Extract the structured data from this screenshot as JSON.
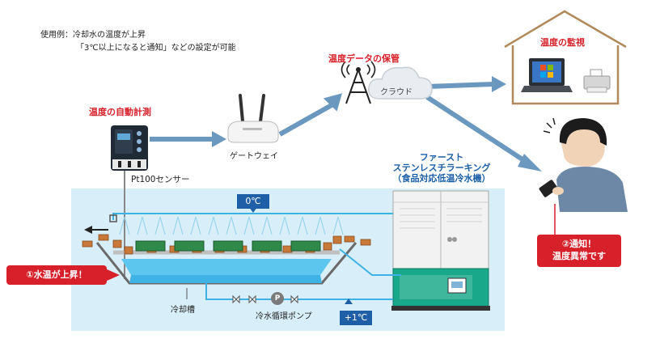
{
  "example": {
    "line1": "使用例：冷却水の温度が上昇",
    "line2": "「3℃以上になると通知」などの設定が可能"
  },
  "auto_measure": {
    "title": "温度の自動計測",
    "sensor_label": "Pt100センサー"
  },
  "gateway": {
    "label": "ゲートウェイ"
  },
  "cloud_storage": {
    "title": "温度データの保管",
    "cloud_label": "クラウド"
  },
  "monitoring": {
    "title": "温度の監視"
  },
  "chiller": {
    "line1": "ファースト",
    "line2": "ステンレスチラーキング",
    "line3": "（食品対応低温冷水機）"
  },
  "temps": {
    "outlet": "0℃",
    "return": "+1℃"
  },
  "tank": {
    "label": "冷却槽",
    "alert": "①水温が上昇！"
  },
  "pump": {
    "label": "冷水循環ポンプ",
    "symbol": "P"
  },
  "notice": {
    "line1": "②通知！",
    "line2": "温度異常です"
  },
  "colors": {
    "pool_bg": "#d8eef9",
    "arrow": "#6b98be",
    "pipe": "#3eb2e4",
    "alert_red": "#d8202a",
    "tag_blue": "#1f5fa8",
    "chiller_green": "#1aa88a"
  },
  "icons": [
    "sensor-device-icon",
    "gateway-router-icon",
    "antenna-tower-icon",
    "cloud-icon",
    "house-icon",
    "laptop-icon",
    "printer-icon",
    "person-smartphone-icon",
    "pump-icon",
    "valve-icon",
    "chiller-unit-icon"
  ]
}
